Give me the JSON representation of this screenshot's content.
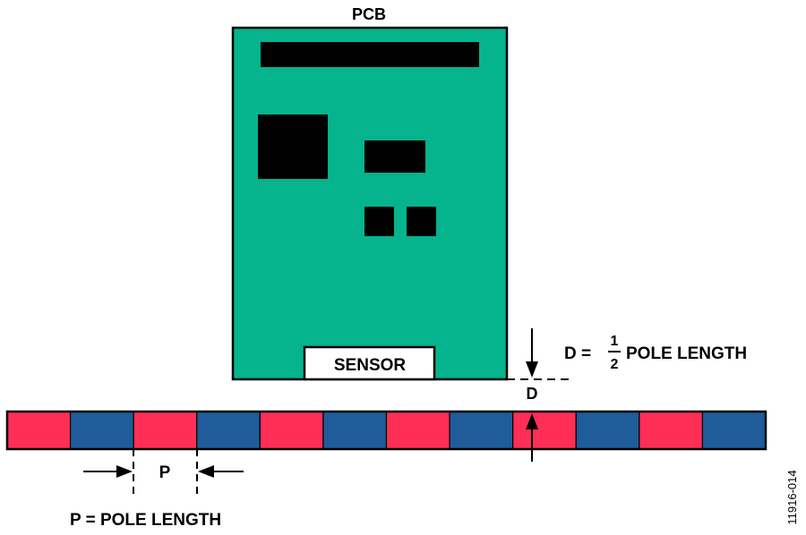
{
  "labels": {
    "pcb": "PCB",
    "sensor": "SENSOR",
    "d_short": "D",
    "p_short": "P",
    "d_equation_prefix": "D =",
    "d_fraction_numerator": "1",
    "d_fraction_denominator": "2",
    "d_equation_suffix": "POLE LENGTH",
    "p_equation": "P = POLE LENGTH",
    "figure_id": "11916-014"
  },
  "colors": {
    "pcb_board": "#05B38C",
    "component": "#000000",
    "sensor_fill": "#FFFFFF",
    "pole_red": "#FF2E57",
    "pole_blue": "#1F5C99"
  },
  "magnetic_strip": {
    "pole_count": 12,
    "pattern": [
      "red",
      "blue",
      "red",
      "blue",
      "red",
      "blue",
      "red",
      "blue",
      "red",
      "blue",
      "red",
      "blue"
    ]
  }
}
